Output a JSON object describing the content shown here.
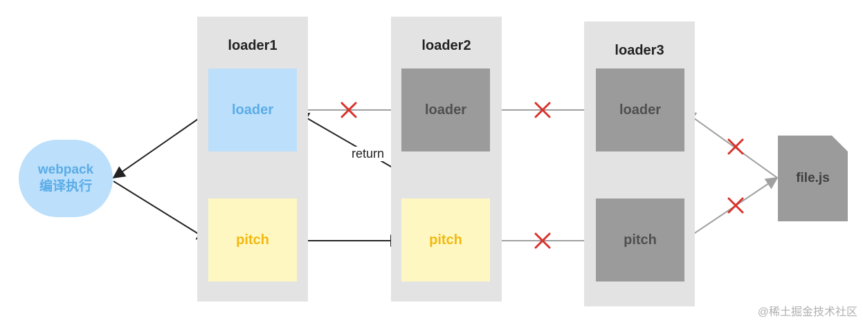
{
  "columns": [
    {
      "title": "loader1",
      "loader_label": "loader",
      "pitch_label": "pitch"
    },
    {
      "title": "loader2",
      "loader_label": "loader",
      "pitch_label": "pitch"
    },
    {
      "title": "loader3",
      "loader_label": "loader",
      "pitch_label": "pitch"
    }
  ],
  "webpack": {
    "line1": "webpack",
    "line2": "编译执行"
  },
  "file": {
    "label": "file.js"
  },
  "return_label": "return",
  "watermark": "@稀土掘金技术社区",
  "colors": {
    "column_bg": "#e3e3e3",
    "active_loader": "#bcdffb",
    "active_pitch": "#fef7c2",
    "inactive": "#9b9b9b",
    "blocked_mark": "#d9322b"
  }
}
